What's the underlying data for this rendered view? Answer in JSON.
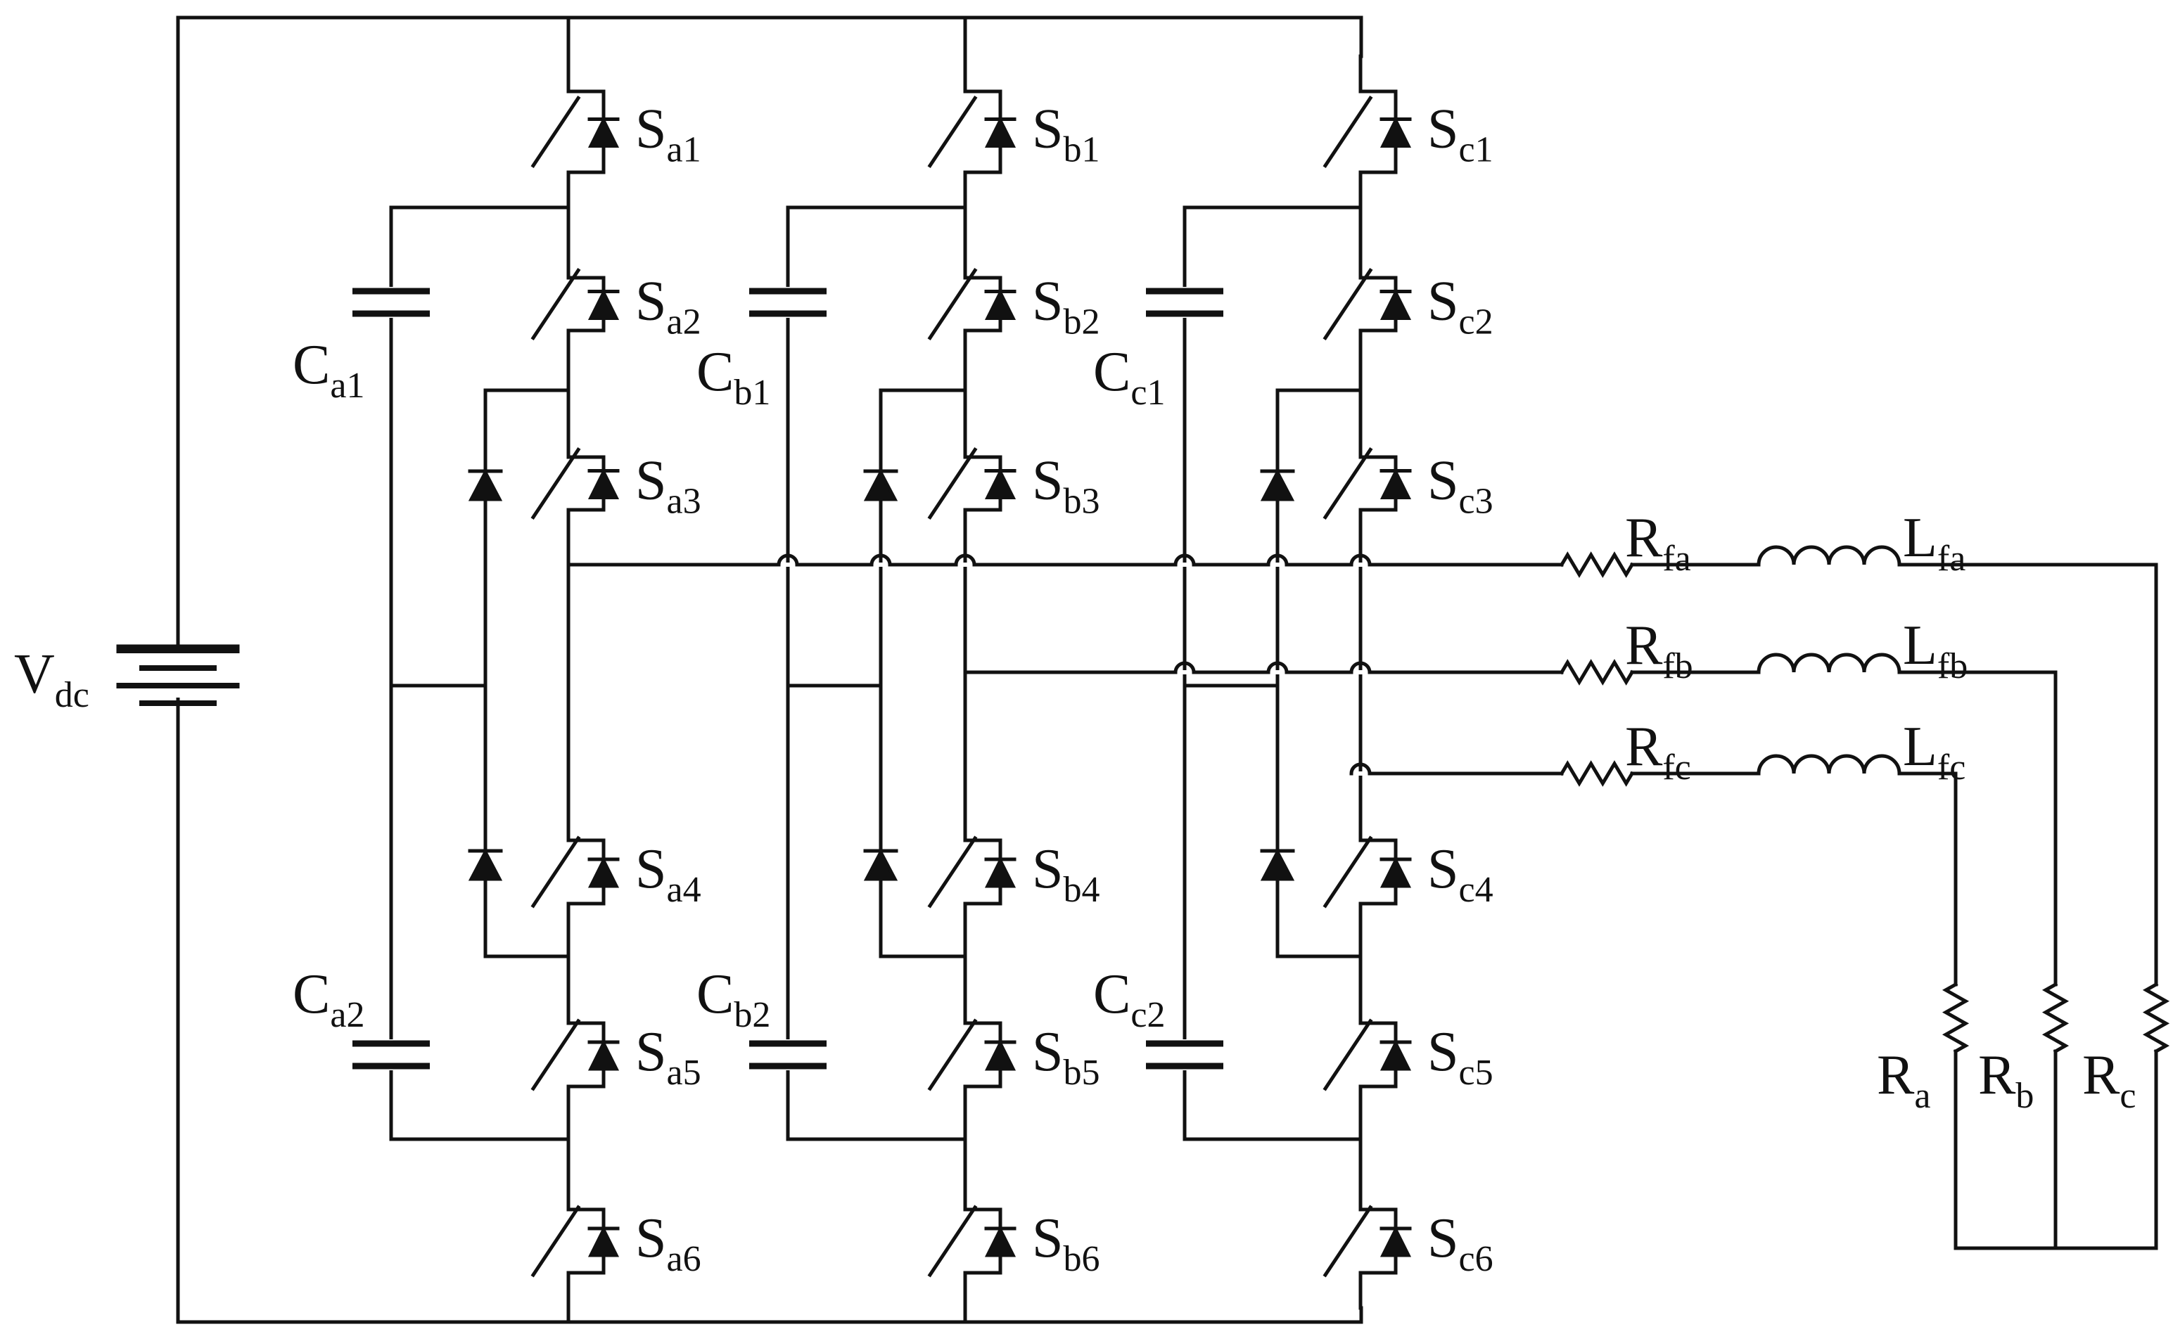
{
  "source": {
    "main": "V",
    "sub": "dc"
  },
  "legs": [
    {
      "switches": [
        {
          "main": "S",
          "sub": "a1"
        },
        {
          "main": "S",
          "sub": "a2"
        },
        {
          "main": "S",
          "sub": "a3"
        },
        {
          "main": "S",
          "sub": "a4"
        },
        {
          "main": "S",
          "sub": "a5"
        },
        {
          "main": "S",
          "sub": "a6"
        }
      ],
      "capacitors": [
        {
          "main": "C",
          "sub": "a1"
        },
        {
          "main": "C",
          "sub": "a2"
        }
      ]
    },
    {
      "switches": [
        {
          "main": "S",
          "sub": "b1"
        },
        {
          "main": "S",
          "sub": "b2"
        },
        {
          "main": "S",
          "sub": "b3"
        },
        {
          "main": "S",
          "sub": "b4"
        },
        {
          "main": "S",
          "sub": "b5"
        },
        {
          "main": "S",
          "sub": "b6"
        }
      ],
      "capacitors": [
        {
          "main": "C",
          "sub": "b1"
        },
        {
          "main": "C",
          "sub": "b2"
        }
      ]
    },
    {
      "switches": [
        {
          "main": "S",
          "sub": "c1"
        },
        {
          "main": "S",
          "sub": "c2"
        },
        {
          "main": "S",
          "sub": "c3"
        },
        {
          "main": "S",
          "sub": "c4"
        },
        {
          "main": "S",
          "sub": "c5"
        },
        {
          "main": "S",
          "sub": "c6"
        }
      ],
      "capacitors": [
        {
          "main": "C",
          "sub": "c1"
        },
        {
          "main": "C",
          "sub": "c2"
        }
      ]
    }
  ],
  "filter": [
    {
      "resistor": {
        "main": "R",
        "sub": "fa"
      },
      "inductor": {
        "main": "L",
        "sub": "fa"
      }
    },
    {
      "resistor": {
        "main": "R",
        "sub": "fb"
      },
      "inductor": {
        "main": "L",
        "sub": "fb"
      }
    },
    {
      "resistor": {
        "main": "R",
        "sub": "fc"
      },
      "inductor": {
        "main": "L",
        "sub": "fc"
      }
    }
  ],
  "load": [
    {
      "main": "R",
      "sub": "a"
    },
    {
      "main": "R",
      "sub": "b"
    },
    {
      "main": "R",
      "sub": "c"
    }
  ]
}
